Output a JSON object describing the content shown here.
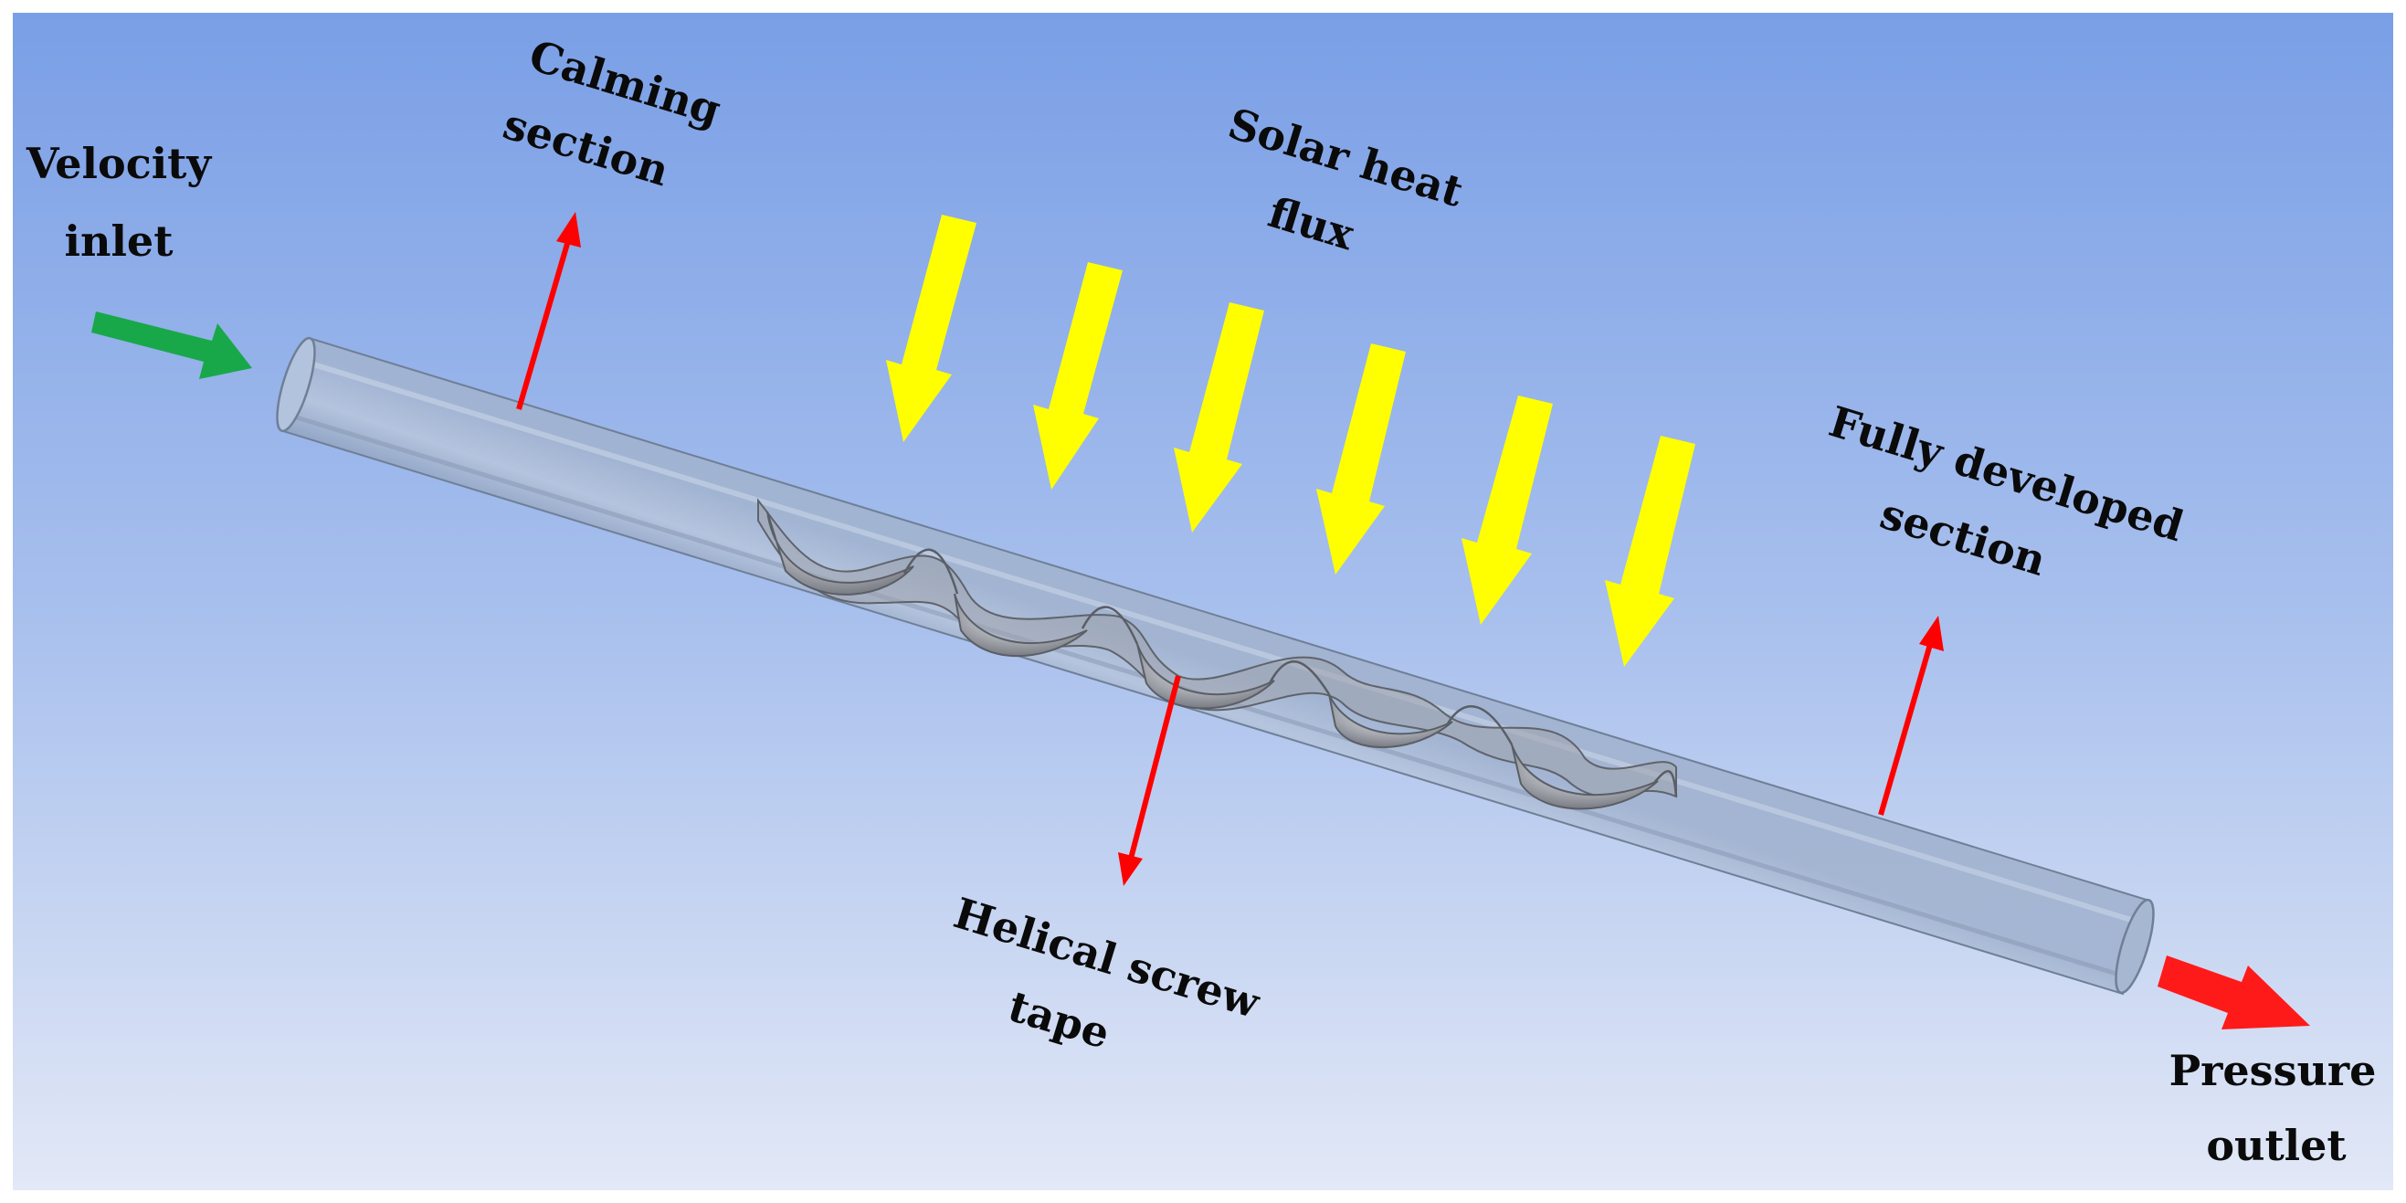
{
  "labels": {
    "velocity_inlet": [
      "Velocity",
      "inlet"
    ],
    "calming_section": [
      "Calming",
      "section"
    ],
    "solar_heat_flux": [
      "Solar heat",
      "flux"
    ],
    "fully_developed_section": [
      "Fully developed",
      "section"
    ],
    "helical_screw_tape": [
      "Helical screw",
      "tape"
    ],
    "pressure_outlet": [
      "Pressure",
      "outlet"
    ]
  },
  "colors": {
    "background_top": "#7a9fe6",
    "background_bottom": "#e2e8f6",
    "pipe_fill": "#a9bbd6",
    "pipe_edge": "#6f7f96",
    "tape_fill": "#b9bcc2",
    "inlet_arrow": "#18a84a",
    "outlet_arrow": "#ff1a1a",
    "leader_arrow": "#ff0000",
    "solar_arrow": "#ffff00",
    "label_text": "#0a0a0a"
  },
  "icons": {
    "inlet": "green-arrow-icon",
    "outlet": "red-arrow-icon",
    "solar": "yellow-arrow-icon",
    "leader": "red-leader-arrow-icon"
  }
}
